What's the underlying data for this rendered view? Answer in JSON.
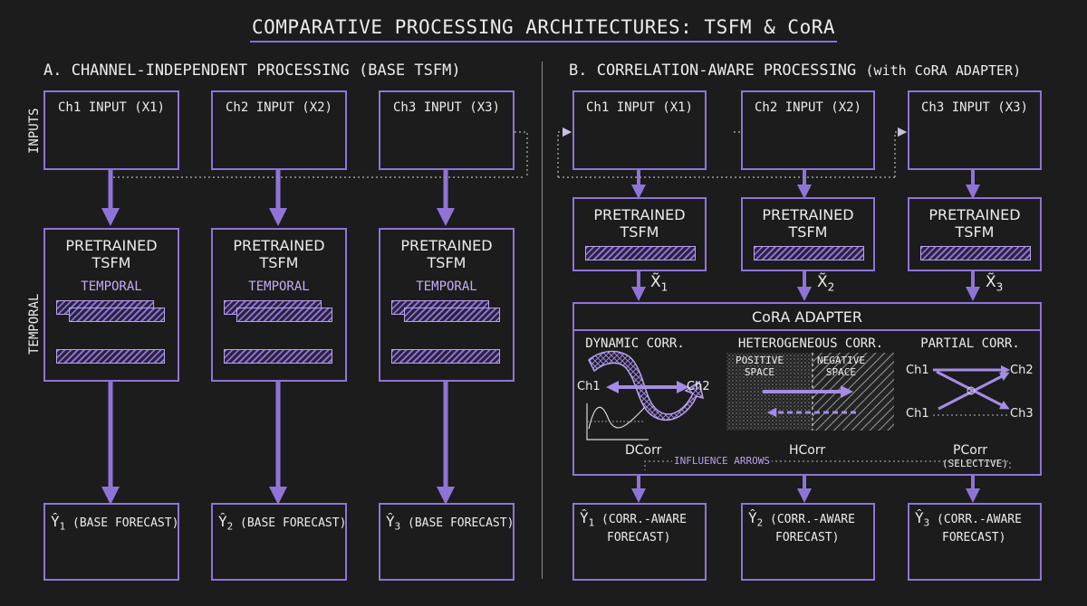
{
  "title": "COMPARATIVE PROCESSING ARCHITECTURES: TSFM & CoRA",
  "section_a": "A. CHANNEL-INDEPENDENT PROCESSING (BASE TSFM)",
  "section_b_main": "B. CORRELATION-AWARE PROCESSING",
  "section_b_suffix": "(with CoRA ADAPTER)",
  "side_labels": {
    "inputs": "INPUTS",
    "temporal": "TEMPORAL"
  },
  "inputs": [
    "Ch1 INPUT (X1)",
    "Ch2 INPUT (X2)",
    "Ch3 INPUT (X3)"
  ],
  "tsfm_label": "PRETRAINED\nTSFM",
  "temporal_label": "TEMPORAL",
  "base_forecasts": [
    {
      "sym": "Ŷ",
      "sub": "1",
      "text": "(BASE FORECAST)"
    },
    {
      "sym": "Ŷ",
      "sub": "2",
      "text": "(BASE FORECAST)"
    },
    {
      "sym": "Ŷ",
      "sub": "3",
      "text": "(BASE FORECAST)"
    }
  ],
  "x_tilde": [
    {
      "sym": "X̃",
      "sub": "1"
    },
    {
      "sym": "X̃",
      "sub": "2"
    },
    {
      "sym": "X̃",
      "sub": "3"
    }
  ],
  "cora": {
    "title": "CoRA ADAPTER",
    "dynamic": {
      "title": "DYNAMIC CORR.",
      "ch1": "Ch1",
      "ch2": "Ch2",
      "name": "DCorr"
    },
    "hetero": {
      "title": "HETEROGENEOUS CORR.",
      "positive": "POSITIVE\nSPACE",
      "negative": "NEGATIVE\nSPACE",
      "name": "HCorr"
    },
    "partial": {
      "title": "PARTIAL CORR.",
      "ch1a": "Ch1",
      "ch1b": "Ch1",
      "ch2": "Ch2",
      "ch3": "Ch3",
      "name": "PCorr",
      "note": "(SELECTIVE)"
    },
    "influence": "INFLUENCE ARROWS"
  },
  "cora_forecasts": [
    {
      "sym": "Ŷ",
      "sub": "1",
      "line1": "(CORR.-AWARE",
      "line2": "FORECAST)"
    },
    {
      "sym": "Ŷ",
      "sub": "2",
      "line1": "(CORR.-AWARE",
      "line2": "FORECAST)"
    },
    {
      "sym": "Ŷ",
      "sub": "3",
      "line1": "(CORR.-AWARE",
      "line2": "FORECAST)"
    }
  ],
  "colors": {
    "accent": "#8f74d8",
    "accent_light": "#b9a2ef",
    "background": "#1c1c1c",
    "text": "#ececec"
  }
}
